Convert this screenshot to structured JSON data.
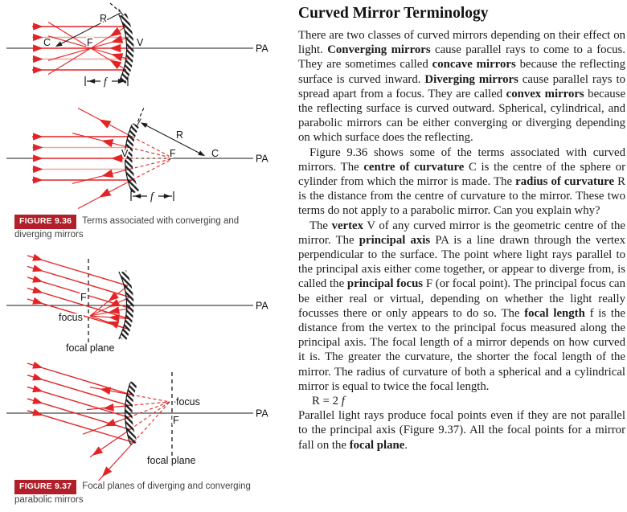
{
  "colors": {
    "ray_red": "#e32426",
    "ray_pink": "#f2a5a0",
    "badge_red": "#b1202a",
    "caption_gray": "#414143",
    "axis_black": "#1a1a1a"
  },
  "diagrams": {
    "d1": {
      "R": "R",
      "C": "C",
      "F": "F",
      "V": "V",
      "PA": "PA",
      "f": "f"
    },
    "d2": {
      "R": "R",
      "V": "V",
      "F": "F",
      "C": "C",
      "PA": "PA",
      "f": "f"
    },
    "d3": {
      "F": "F",
      "focus": "focus",
      "focal_plane": "focal plane",
      "PA": "PA"
    },
    "d4": {
      "focus": "focus",
      "F": "F",
      "focal_plane": "focal plane",
      "PA": "PA"
    }
  },
  "figures": {
    "fig36": {
      "label": "FIGURE 9.36",
      "caption": "Terms associated with converging and diverging mirrors"
    },
    "fig37": {
      "label": "FIGURE 9.37",
      "caption": "Focal planes of diverging and converging parabolic mirrors"
    }
  },
  "article": {
    "title": "Curved Mirror Terminology",
    "paragraphs": [
      {
        "indent": false,
        "segments": [
          {
            "t": "There are two classes of curved mirrors depending on their effect on light. "
          },
          {
            "t": "Converging mirrors",
            "b": true
          },
          {
            "t": " cause parallel rays to come to a focus. They are sometimes called "
          },
          {
            "t": "concave mirrors",
            "b": true
          },
          {
            "t": " because the reflecting surface is curved inward. "
          },
          {
            "t": "Diverging mirrors",
            "b": true
          },
          {
            "t": " cause parallel rays to spread apart from a focus. They are called "
          },
          {
            "t": "convex mirrors",
            "b": true
          },
          {
            "t": " because the reflecting surface is curved outward. Spherical, cylindrical, and parabolic mirrors can be either converging or diverging depending on which surface does the reflecting."
          }
        ]
      },
      {
        "indent": true,
        "segments": [
          {
            "t": "Figure 9.36 shows some of the terms associated with curved mirrors. The "
          },
          {
            "t": "centre of curvature",
            "b": true
          },
          {
            "t": " C is the centre of the sphere or cylinder from which the mirror is made. The "
          },
          {
            "t": "radius of curvature",
            "b": true
          },
          {
            "t": " R is the distance from the centre of curvature to the mirror. These two terms do not apply to a parabolic mirror. Can you explain why?"
          }
        ]
      },
      {
        "indent": true,
        "segments": [
          {
            "t": "The "
          },
          {
            "t": "vertex",
            "b": true
          },
          {
            "t": " V of any curved mirror is the geometric centre of the mirror. The "
          },
          {
            "t": "principal axis",
            "b": true
          },
          {
            "t": " PA is a line drawn through the vertex perpendicular to the surface. The point where light rays parallel to the principal axis either come together, or appear to diverge from, is called the "
          },
          {
            "t": "principal focus",
            "b": true
          },
          {
            "t": " F (or focal point). The principal focus can be either real or virtual, depending on whether the light really focusses there or only appears to do so. The "
          },
          {
            "t": "focal length",
            "b": true
          },
          {
            "t": " f is the distance from the vertex to the principal focus measured along the principal axis. The focal length of a mirror depends on how curved it is. The greater the curvature, the shorter the focal length of the mirror. The radius of curvature of both a spherical and a cylindrical mirror is equal to twice the focal length."
          }
        ]
      },
      {
        "equation": true,
        "segments": [
          {
            "t": "R = 2 "
          },
          {
            "t": "f",
            "i": true
          }
        ]
      },
      {
        "indent": false,
        "segments": [
          {
            "t": "Parallel light rays produce focal points even if they are not parallel to the principal axis (Figure 9.37). All the focal points for a mirror fall on the "
          },
          {
            "t": "focal plane",
            "b": true
          },
          {
            "t": "."
          }
        ]
      }
    ]
  }
}
